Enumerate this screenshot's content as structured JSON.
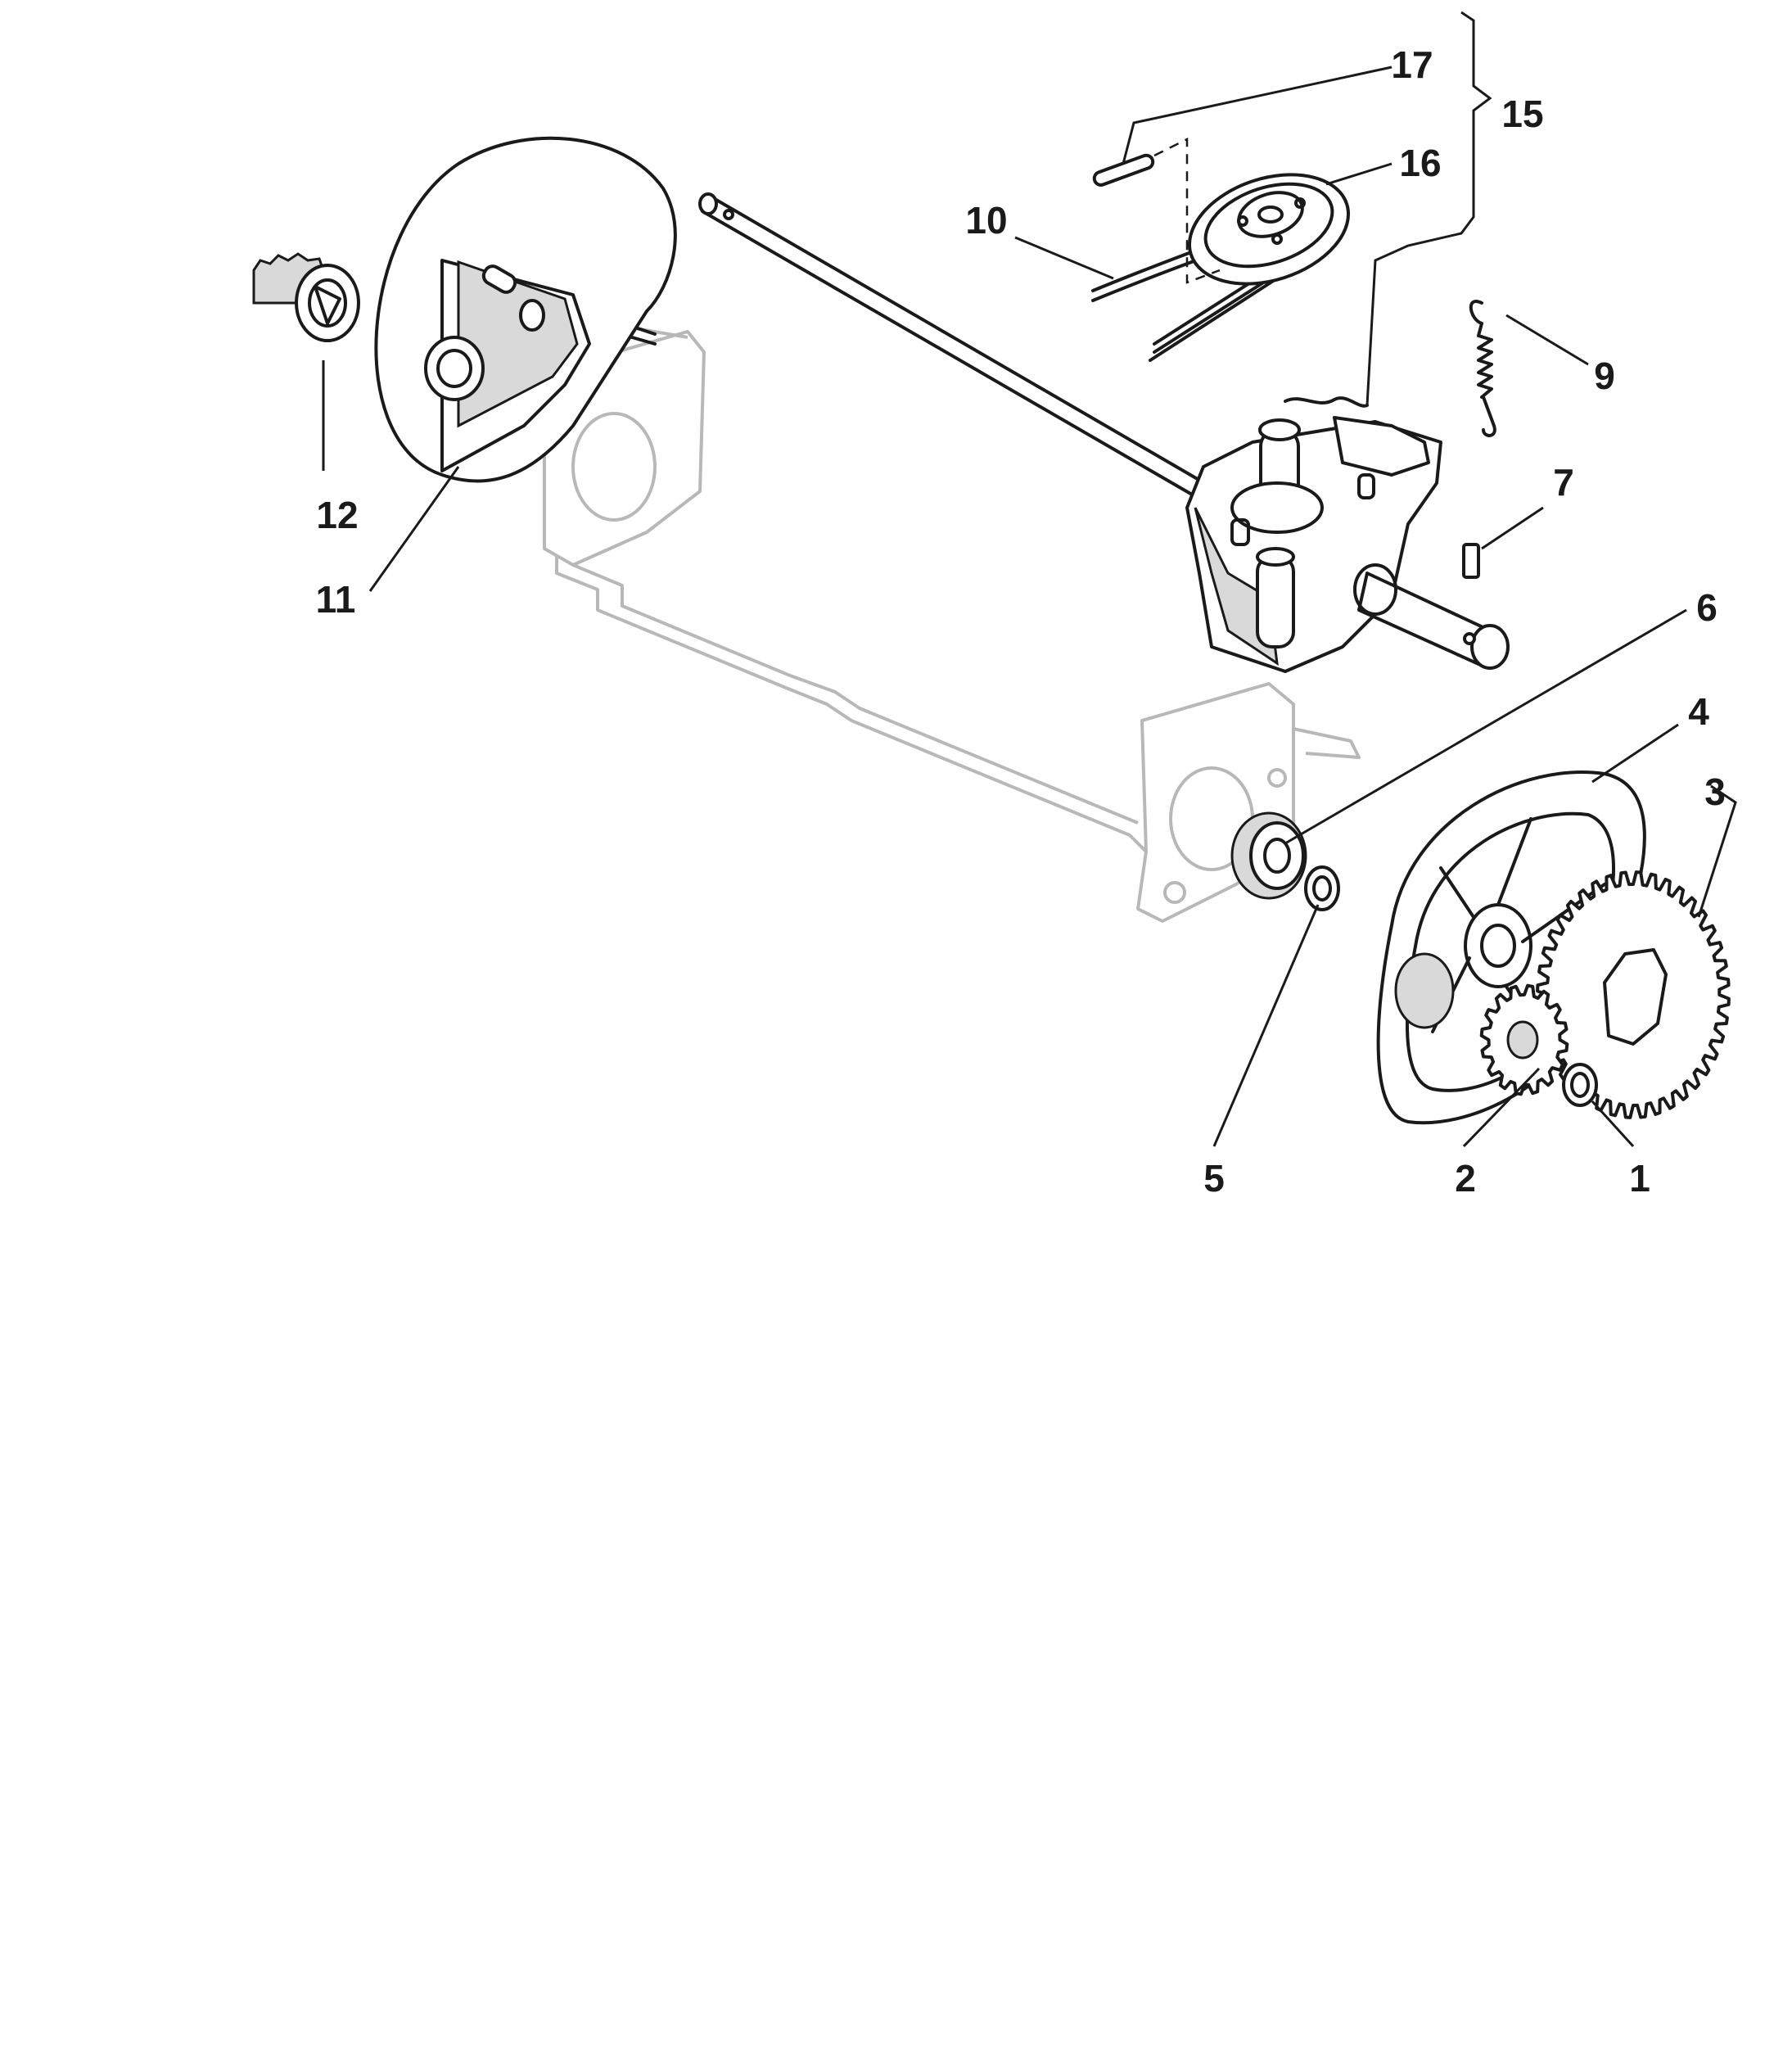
{
  "labels": {
    "l1": "1",
    "l2": "2",
    "l3": "3",
    "l4": "4",
    "l5": "5",
    "l6": "6",
    "l7": "7",
    "l9": "9",
    "l10": "10",
    "l11": "11",
    "l12": "12",
    "l15": "15",
    "l16": "16",
    "l17": "17"
  }
}
